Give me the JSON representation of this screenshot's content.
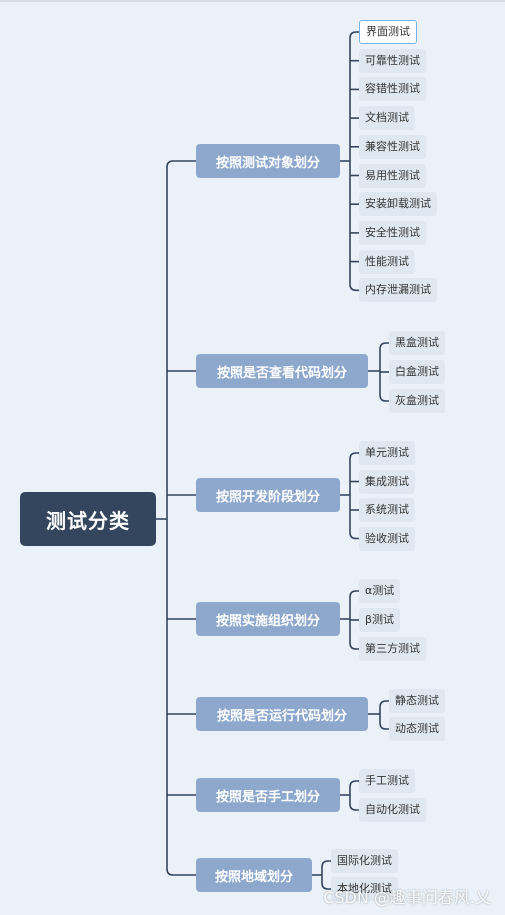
{
  "root": {
    "label": "测试分类"
  },
  "categories": [
    {
      "label": "按照测试对象划分",
      "children": [
        "界面测试",
        "可靠性测试",
        "容错性测试",
        "文档测试",
        "兼容性测试",
        "易用性测试",
        "安装卸载测试",
        "安全性测试",
        "性能测试",
        "内存泄漏测试"
      ]
    },
    {
      "label": "按照是否查看代码划分",
      "children": [
        "黑盒测试",
        "白盒测试",
        "灰盒测试"
      ]
    },
    {
      "label": "按照开发阶段划分",
      "children": [
        "单元测试",
        "集成测试",
        "系统测试",
        "验收测试"
      ]
    },
    {
      "label": "按照实施组织划分",
      "children": [
        "α测试",
        "β测试",
        "第三方测试"
      ]
    },
    {
      "label": "按照是否运行代码划分",
      "children": [
        "静态测试",
        "动态测试"
      ]
    },
    {
      "label": "按照是否手工划分",
      "children": [
        "手工测试",
        "自动化测试"
      ]
    },
    {
      "label": "按照地域划分",
      "children": [
        "国际化测试",
        "本地化测试"
      ]
    }
  ],
  "selected_leaf": "界面测试",
  "watermark": "CSDN @趣事问春风.乂",
  "colors": {
    "root": "#34465d",
    "category": "#8da8cc",
    "leaf": "#dfe7f0",
    "line": "#34465d",
    "selected_border": "#6fb6e6",
    "background": "#eaf1f8"
  }
}
